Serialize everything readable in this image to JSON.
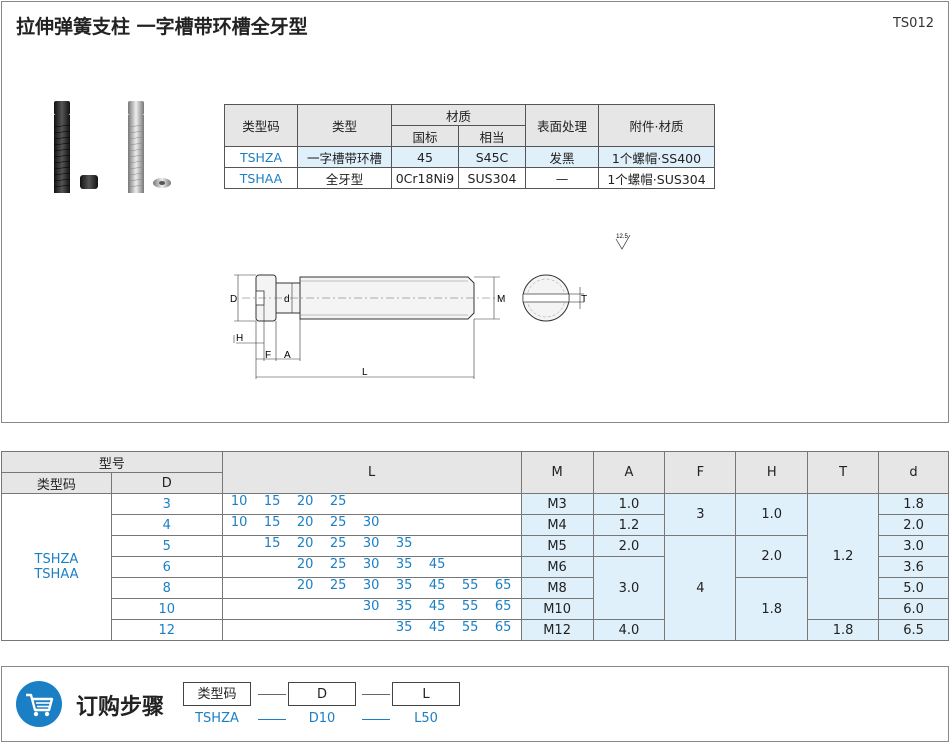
{
  "header": {
    "title": "拉伸弹簧支柱 一字槽带环槽全牙型",
    "code": "TS012"
  },
  "material_table": {
    "headers": {
      "type_code": "类型码",
      "type": "类型",
      "material": "材质",
      "national": "国标",
      "equivalent": "相当",
      "surface": "表面处理",
      "accessory": "附件·材质"
    },
    "rows": [
      {
        "code": "TSHZA",
        "type": "一字槽带环槽",
        "national": "45",
        "equivalent": "S45C",
        "surface": "发黑",
        "accessory": "1个螺帽·SS400"
      },
      {
        "code": "TSHAA",
        "type": "全牙型",
        "national": "0Cr18Ni9",
        "equivalent": "SUS304",
        "surface": "—",
        "accessory": "1个螺帽·SUS304"
      }
    ]
  },
  "drawing": {
    "roughness": "12.5",
    "labels": {
      "D": "D",
      "d": "d",
      "M": "M",
      "H": "H",
      "F": "F",
      "A": "A",
      "L": "L",
      "T": "T"
    }
  },
  "spec_table": {
    "headers": {
      "model": "型号",
      "type_code": "类型码",
      "D": "D",
      "L": "L",
      "M": "M",
      "A": "A",
      "F": "F",
      "H": "H",
      "T": "T",
      "d": "d"
    },
    "type_codes": [
      "TSHZA",
      "TSHAA"
    ],
    "rows": [
      {
        "D": "3",
        "L": [
          "10",
          "15",
          "20",
          "25",
          "",
          "",
          "",
          "",
          ""
        ],
        "M": "M3",
        "A": "1.0",
        "d": "1.8"
      },
      {
        "D": "4",
        "L": [
          "10",
          "15",
          "20",
          "25",
          "30",
          "",
          "",
          "",
          ""
        ],
        "M": "M4",
        "A": "1.2",
        "d": "2.0"
      },
      {
        "D": "5",
        "L": [
          "",
          "15",
          "20",
          "25",
          "30",
          "35",
          "",
          "",
          ""
        ],
        "M": "M5",
        "A": "2.0",
        "d": "3.0"
      },
      {
        "D": "6",
        "L": [
          "",
          "",
          "20",
          "25",
          "30",
          "35",
          "45",
          "",
          ""
        ],
        "M": "M6",
        "d": "3.6"
      },
      {
        "D": "8",
        "L": [
          "",
          "",
          "20",
          "25",
          "30",
          "35",
          "45",
          "55",
          "65"
        ],
        "M": "M8",
        "d": "5.0"
      },
      {
        "D": "10",
        "L": [
          "",
          "",
          "",
          "",
          "30",
          "35",
          "45",
          "55",
          "65"
        ],
        "M": "M10",
        "d": "6.0"
      },
      {
        "D": "12",
        "L": [
          "",
          "",
          "",
          "",
          "",
          "35",
          "45",
          "55",
          "65"
        ],
        "M": "M12",
        "A": "4.0",
        "T": "1.8",
        "d": "6.5"
      }
    ],
    "merged": {
      "A_6_10": "3.0",
      "F_3_4": "3",
      "F_5_12": "4",
      "H_3_4": "1.0",
      "H_5_6": "2.0",
      "H_8_12": "1.8",
      "T_3_10": "1.2"
    }
  },
  "order": {
    "title": "订购步骤",
    "boxes": [
      "类型码",
      "D",
      "L"
    ],
    "example": [
      "TSHZA",
      "D10",
      "L50"
    ]
  }
}
